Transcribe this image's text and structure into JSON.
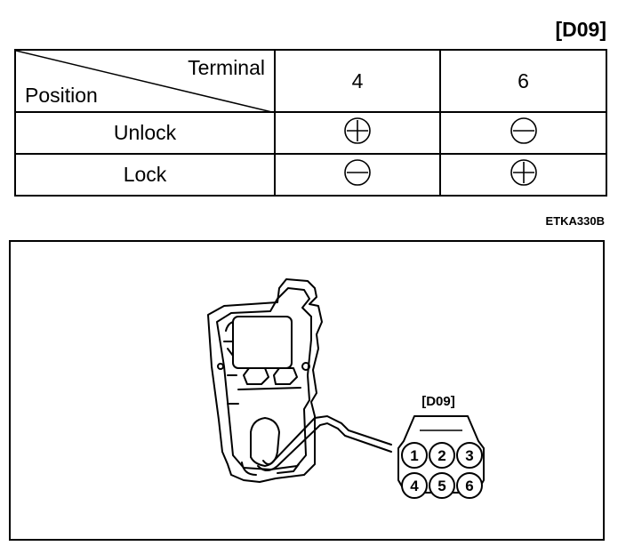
{
  "connector_code": "[D09]",
  "table": {
    "corner_top": "Terminal",
    "corner_bottom": "Position",
    "terminals": [
      "4",
      "6"
    ],
    "rows": [
      {
        "name": "Unlock",
        "polarity": [
          "plus",
          "minus"
        ]
      },
      {
        "name": "Lock",
        "polarity": [
          "minus",
          "plus"
        ]
      }
    ]
  },
  "reference": "ETKA330B",
  "figure": {
    "connector_label": "[D09]",
    "pins_top": [
      "1",
      "2",
      "3"
    ],
    "pins_bottom": [
      "4",
      "5",
      "6"
    ]
  },
  "icons": {
    "plus": "plus-circle-icon",
    "minus": "minus-circle-icon"
  }
}
